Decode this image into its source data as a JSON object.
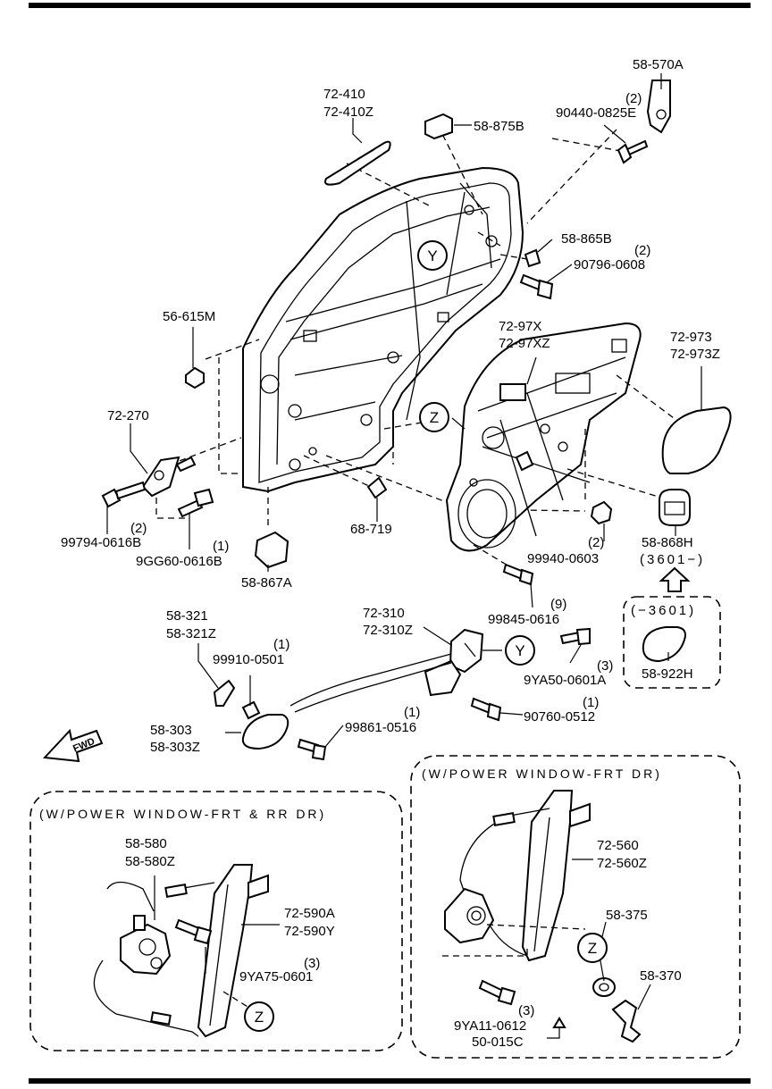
{
  "labels": {
    "p58570A": "58-570A",
    "p90440_qty": "(2)",
    "p90440": "90440-0825E",
    "p72410": "72-410",
    "p72410Z": "72-410Z",
    "p58875B": "58-875B",
    "p58865B": "58-865B",
    "p90796_qty": "(2)",
    "p90796": "90796-0608",
    "p56615M": "56-615M",
    "p7297X": "72-97X",
    "p7297XZ": "72-97XZ",
    "p72973": "72-973",
    "p72973Z": "72-973Z",
    "p72270": "72-270",
    "p99794_qty": "(2)",
    "p99794": "99794-0616B",
    "p9GG60_qty": "(1)",
    "p9GG60": "9GG60-0616B",
    "p58867A": "58-867A",
    "p68719": "68-719",
    "p99940_qty": "(2)",
    "p99940": "99940-0603",
    "p58868H": "58-868H",
    "p58868H_range": "(3601−)",
    "p99845_qty": "(9)",
    "p99845": "99845-0616",
    "p58922H_range": "(−3601)",
    "p58922H": "58-922H",
    "p58321": "58-321",
    "p58321Z": "58-321Z",
    "p99910_qty": "(1)",
    "p99910": "99910-0501",
    "p72310": "72-310",
    "p72310Z": "72-310Z",
    "p9YA50_qty": "(3)",
    "p9YA50": "9YA50-0601A",
    "p90760_qty": "(1)",
    "p90760": "90760-0512",
    "p58303": "58-303",
    "p58303Z": "58-303Z",
    "p99861_qty": "(1)",
    "p99861": "99861-0516",
    "fwd": "FWD",
    "p58580": "58-580",
    "p58580Z": "58-580Z",
    "p72590A": "72-590A",
    "p72590Y": "72-590Y",
    "p9YA75_qty": "(3)",
    "p9YA75": "9YA75-0601",
    "p72560": "72-560",
    "p72560Z": "72-560Z",
    "p58375": "58-375",
    "p58370": "58-370",
    "p9YA11_qty": "(3)",
    "p9YA11": "9YA11-0612",
    "p50015C": "50-015C"
  },
  "callouts": {
    "y": "Y",
    "z": "Z"
  },
  "boxes": {
    "left_title": "(W/POWER WINDOW-FRT & RR DR)",
    "right_title": "(W/POWER WINDOW-FRT DR)"
  }
}
